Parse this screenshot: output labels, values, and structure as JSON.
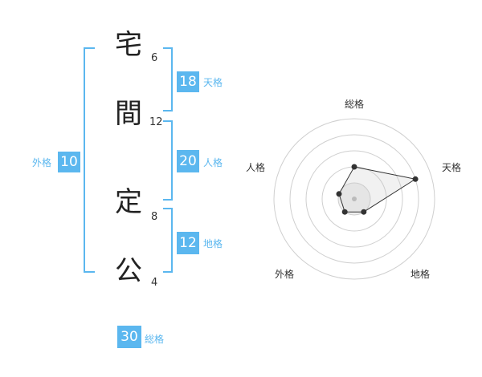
{
  "name_chars": [
    {
      "char": "宅",
      "strokes": "6"
    },
    {
      "char": "間",
      "strokes": "12"
    },
    {
      "char": "定",
      "strokes": "8"
    },
    {
      "char": "公",
      "strokes": "4"
    }
  ],
  "fortunes": {
    "tenkaku": {
      "value": "18",
      "label": "天格"
    },
    "jinkaku": {
      "value": "20",
      "label": "人格"
    },
    "chikaku": {
      "value": "12",
      "label": "地格"
    },
    "gaikaku": {
      "value": "10",
      "label": "外格"
    },
    "soukaku": {
      "value": "30",
      "label": "総格"
    }
  },
  "colors": {
    "accent": "#5bb7ef",
    "text": "#222222"
  },
  "chart_data": {
    "type": "radar",
    "axes": [
      "総格",
      "天格",
      "地格",
      "外格",
      "人格"
    ],
    "values": [
      2,
      4,
      1,
      1,
      1
    ],
    "max": 5,
    "grid_rings": 5
  }
}
